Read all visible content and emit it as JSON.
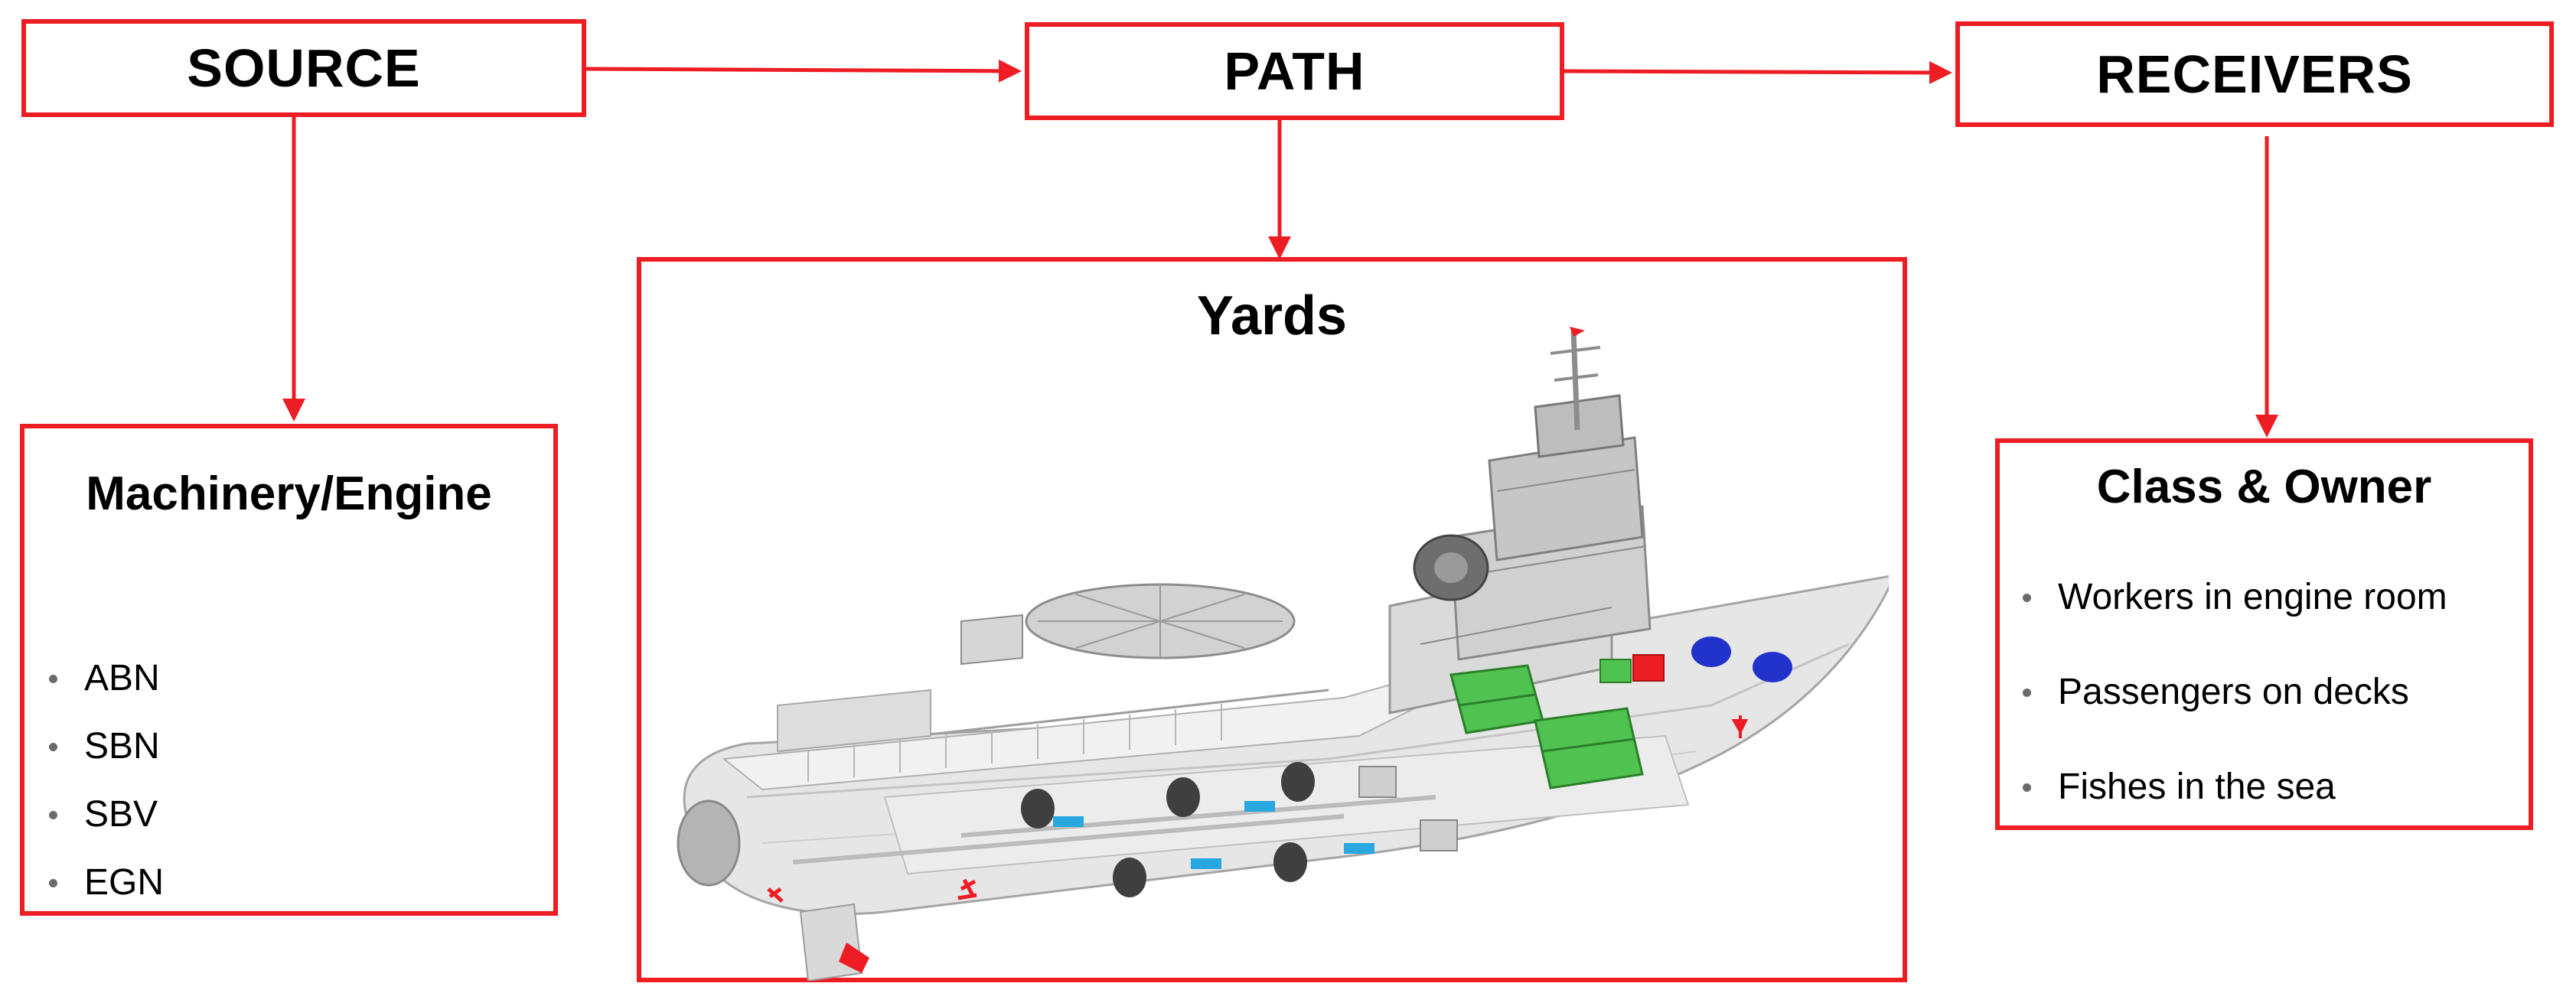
{
  "header": {
    "source": "SOURCE",
    "path": "PATH",
    "receivers": "RECEIVERS"
  },
  "source_box": {
    "title": "Machinery/Engine",
    "items": [
      "ABN",
      "SBN",
      "SBV",
      "EGN"
    ]
  },
  "path_box": {
    "title": "Yards",
    "image": "ship-cutaway-illustration"
  },
  "receivers_box": {
    "title": "Class & Owner",
    "items": [
      "Workers in engine room",
      "Passengers on decks",
      "Fishes in the sea"
    ]
  },
  "colors": {
    "accent": "#ee1d23",
    "engine": "#4fc24f",
    "pump": "#2233cc",
    "shaft": "#29a8e0"
  }
}
